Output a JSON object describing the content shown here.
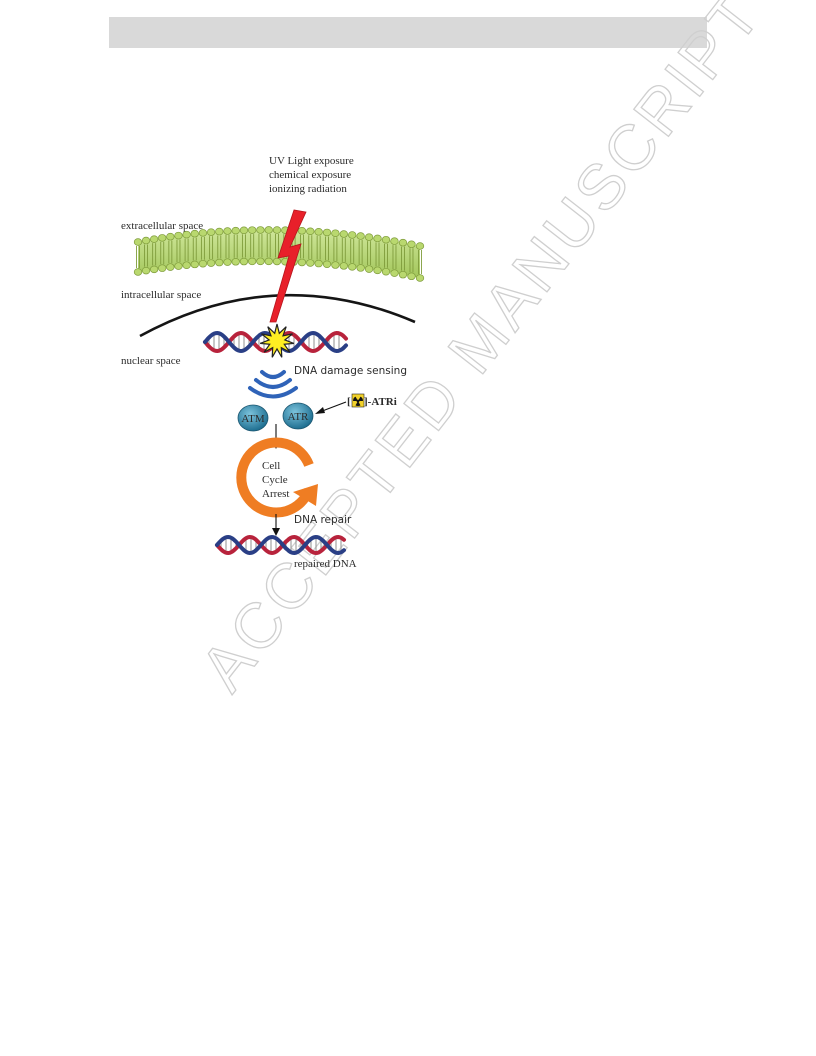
{
  "watermark": "ACCEPTED MANUSCRIPT",
  "stressors": [
    "UV Light exposure",
    "chemical exposure",
    "ionizing radiation"
  ],
  "regions": {
    "extracellular": "extracellular space",
    "intracellular": "intracellular space",
    "nuclear": "nuclear space"
  },
  "sensing_label": "DNA damage sensing",
  "proteins": {
    "atm": "ATM",
    "atr": "ATR"
  },
  "inhibitor": {
    "prefix": "[",
    "suffix": "]-ATRi",
    "icon": "radiation-symbol-icon"
  },
  "cell_cycle": [
    "Cell",
    "Cycle",
    "Arrest"
  ],
  "repair_label": "DNA repair",
  "repaired_label": "repaired DNA",
  "colors": {
    "membrane_head": "#b9d86f",
    "membrane_tail": "#7f9c3c",
    "lightning": "#e8202a",
    "burst": "#ffee22",
    "dna_red": "#b8233c",
    "dna_blue": "#2a3f86",
    "signal": "#2f63b8",
    "protein": "#3b8fb0",
    "cycle_arrow": "#ef7d23"
  }
}
